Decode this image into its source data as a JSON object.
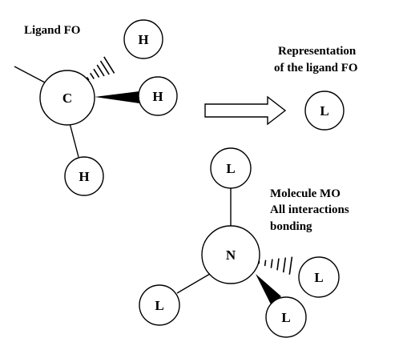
{
  "ligand_fo": {
    "title": "Ligand FO",
    "center_atom": "C",
    "h_top": "H",
    "h_right": "H",
    "h_bottom": "H"
  },
  "representation": {
    "line1": "Representation",
    "line2": "of the ligand FO",
    "symbol": "L"
  },
  "molecule_mo": {
    "line1": "Molecule MO",
    "line2": "All interactions",
    "line3": "bonding",
    "center_atom": "N",
    "l_top": "L",
    "l_right": "L",
    "l_bottom_right": "L",
    "l_left": "L"
  },
  "colors": {
    "ink": "#000000",
    "background": "#ffffff"
  }
}
